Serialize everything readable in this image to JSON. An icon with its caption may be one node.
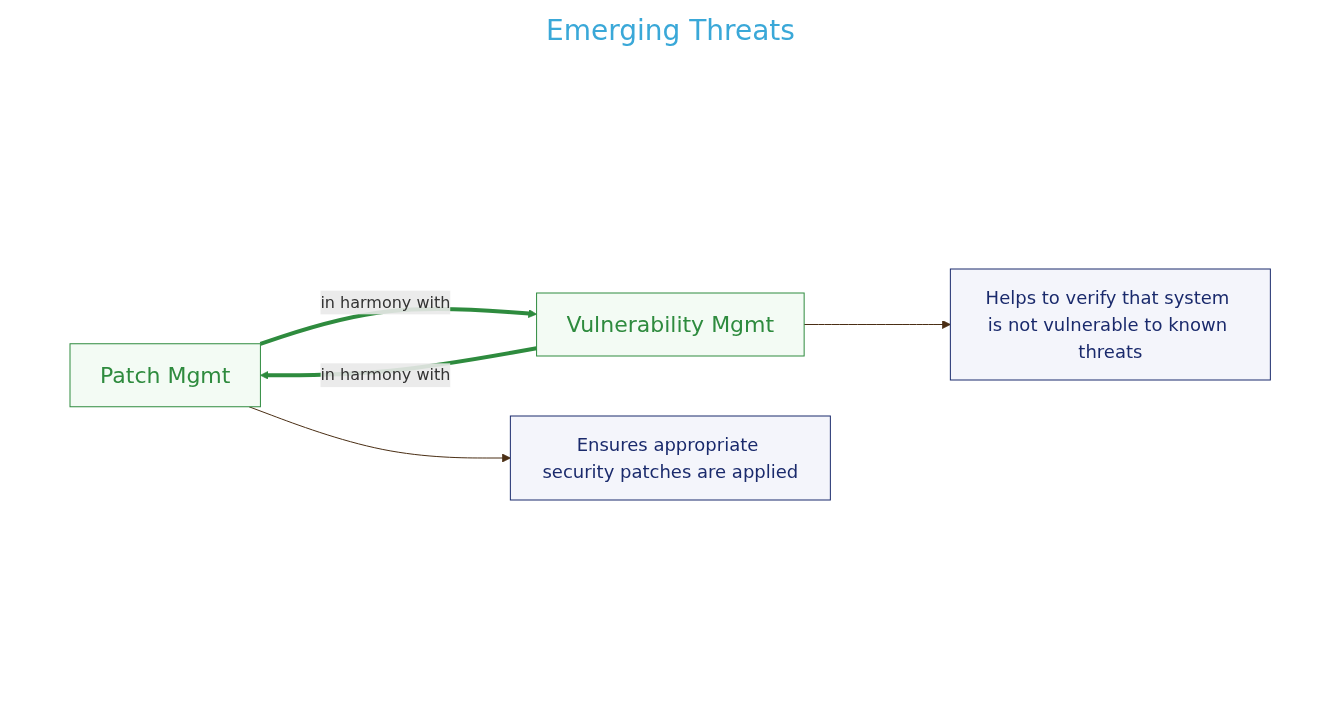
{
  "diagram": {
    "nodes": [
      {
        "text": [
          "Patch Mgmt"
        ]
      },
      {
        "text": [
          "Vulnerability Mgmt"
        ]
      },
      {
        "text": [
          "Ensures appropriate security patches are applied"
        ]
      },
      {
        "text": [
          "Helps to verify that system is not vulnerable to known threats"
        ]
      }
    ],
    "edges": [
      {
        "from": 0,
        "to": 1,
        "arrow": "to",
        "label": "in harmony with",
        "style": "thick",
        "color": "#2e8b3e"
      },
      {
        "from": 1,
        "to": 0,
        "arrow": "to",
        "label": "in harmony with",
        "style": "thick",
        "color": "#2e8b3e"
      },
      {
        "from": 0,
        "to": 2,
        "arrow": "to",
        "color": "#4a2e14"
      },
      {
        "from": 1,
        "to": 3,
        "arrow": "to",
        "color": "#4a2e14"
      }
    ],
    "labels": [
      "Emerging Threats"
    ]
  }
}
